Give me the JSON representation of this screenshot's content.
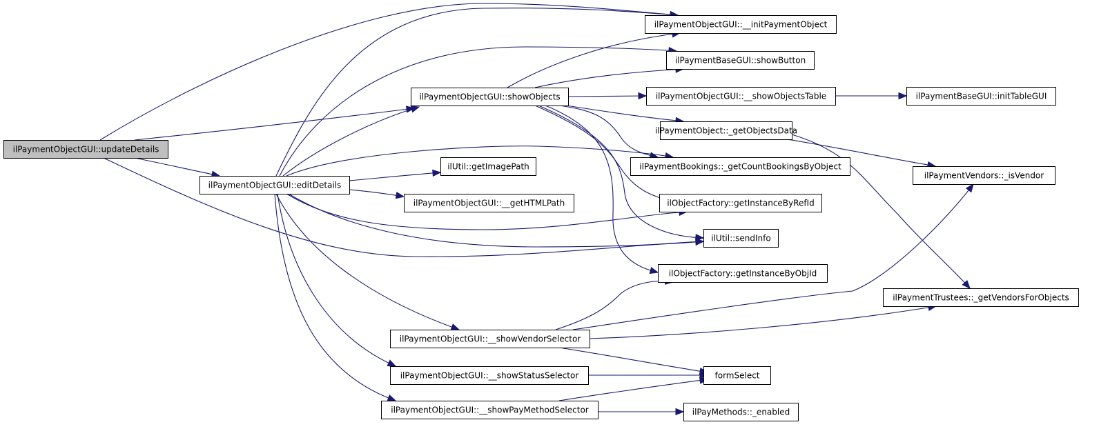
{
  "diagram": {
    "type": "call-graph",
    "edge_color": "#191970",
    "root_fill": "#bfbfbf",
    "nodes": [
      {
        "id": "updateDetails",
        "label": "ilPaymentObjectGUI::updateDetails",
        "root": true
      },
      {
        "id": "editDetails",
        "label": "ilPaymentObjectGUI::editDetails"
      },
      {
        "id": "showObjects",
        "label": "ilPaymentObjectGUI::showObjects"
      },
      {
        "id": "initPaymentObject",
        "label": "ilPaymentObjectGUI::__initPaymentObject"
      },
      {
        "id": "showButton",
        "label": "ilPaymentBaseGUI::showButton"
      },
      {
        "id": "showObjectsTable",
        "label": "ilPaymentObjectGUI::__showObjectsTable"
      },
      {
        "id": "initTableGUI",
        "label": "ilPaymentBaseGUI::initTableGUI"
      },
      {
        "id": "getObjectsData",
        "label": "ilPaymentObject::_getObjectsData"
      },
      {
        "id": "getCountBookings",
        "label": "ilPaymentBookings::_getCountBookingsByObject"
      },
      {
        "id": "isVendor",
        "label": "ilPaymentVendors::_isVendor"
      },
      {
        "id": "getImagePath",
        "label": "ilUtil::getImagePath"
      },
      {
        "id": "getHTMLPath",
        "label": "ilPaymentObjectGUI::__getHTMLPath"
      },
      {
        "id": "getInstanceByRefId",
        "label": "ilObjectFactory::getInstanceByRefId"
      },
      {
        "id": "sendInfo",
        "label": "ilUtil::sendInfo"
      },
      {
        "id": "getInstanceByObjId",
        "label": "ilObjectFactory::getInstanceByObjId"
      },
      {
        "id": "getVendorsForObjects",
        "label": "ilPaymentTrustees::_getVendorsForObjects"
      },
      {
        "id": "showVendorSelector",
        "label": "ilPaymentObjectGUI::__showVendorSelector"
      },
      {
        "id": "showStatusSelector",
        "label": "ilPaymentObjectGUI::__showStatusSelector"
      },
      {
        "id": "formSelect",
        "label": "formSelect"
      },
      {
        "id": "showPayMethodSelector",
        "label": "ilPaymentObjectGUI::__showPayMethodSelector"
      },
      {
        "id": "payMethodsEnabled",
        "label": "ilPayMethods::_enabled"
      }
    ],
    "edges": [
      {
        "from": "updateDetails",
        "to": "initPaymentObject"
      },
      {
        "from": "updateDetails",
        "to": "showObjects"
      },
      {
        "from": "updateDetails",
        "to": "editDetails"
      },
      {
        "from": "updateDetails",
        "to": "sendInfo"
      },
      {
        "from": "editDetails",
        "to": "initPaymentObject"
      },
      {
        "from": "editDetails",
        "to": "showButton"
      },
      {
        "from": "editDetails",
        "to": "showObjects"
      },
      {
        "from": "editDetails",
        "to": "getCountBookings"
      },
      {
        "from": "editDetails",
        "to": "getImagePath"
      },
      {
        "from": "editDetails",
        "to": "getHTMLPath"
      },
      {
        "from": "editDetails",
        "to": "getInstanceByRefId"
      },
      {
        "from": "editDetails",
        "to": "sendInfo"
      },
      {
        "from": "editDetails",
        "to": "showVendorSelector"
      },
      {
        "from": "editDetails",
        "to": "showStatusSelector"
      },
      {
        "from": "editDetails",
        "to": "showPayMethodSelector"
      },
      {
        "from": "showObjects",
        "to": "initPaymentObject"
      },
      {
        "from": "showObjects",
        "to": "showButton"
      },
      {
        "from": "showObjects",
        "to": "showObjectsTable"
      },
      {
        "from": "showObjects",
        "to": "getObjectsData"
      },
      {
        "from": "showObjects",
        "to": "getCountBookings"
      },
      {
        "from": "showObjects",
        "to": "getInstanceByRefId"
      },
      {
        "from": "showObjects",
        "to": "sendInfo"
      },
      {
        "from": "showObjects",
        "to": "getInstanceByObjId"
      },
      {
        "from": "showObjectsTable",
        "to": "initTableGUI"
      },
      {
        "from": "getObjectsData",
        "to": "isVendor"
      },
      {
        "from": "getObjectsData",
        "to": "getVendorsForObjects"
      },
      {
        "from": "showVendorSelector",
        "to": "getInstanceByObjId"
      },
      {
        "from": "showVendorSelector",
        "to": "isVendor"
      },
      {
        "from": "showVendorSelector",
        "to": "getVendorsForObjects"
      },
      {
        "from": "showVendorSelector",
        "to": "formSelect"
      },
      {
        "from": "showStatusSelector",
        "to": "formSelect"
      },
      {
        "from": "showPayMethodSelector",
        "to": "formSelect"
      },
      {
        "from": "showPayMethodSelector",
        "to": "payMethodsEnabled"
      }
    ]
  }
}
